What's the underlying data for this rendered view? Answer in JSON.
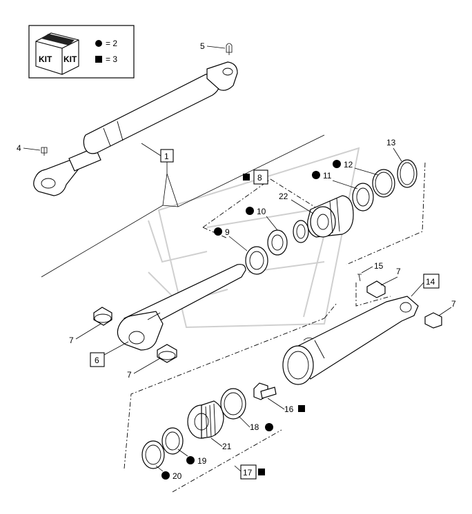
{
  "legend": {
    "kit_word_1": "KIT",
    "kit_word_2": "KIT",
    "circle_text": "= 2",
    "square_text": "= 3"
  },
  "callouts": {
    "c1": "1",
    "c4": "4",
    "c5": "5",
    "c6": "6",
    "c7a": "7",
    "c7b": "7",
    "c7c": "7",
    "c7d": "7",
    "c8": "8",
    "c9": "9",
    "c10": "10",
    "c11": "11",
    "c12": "12",
    "c13": "13",
    "c14": "14",
    "c15": "15",
    "c16": "16",
    "c17": "17",
    "c18": "18",
    "c19": "19",
    "c20": "20",
    "c21": "21",
    "c22": "22"
  },
  "colors": {
    "ink": "#000000",
    "watermark": "#cfcfcf",
    "paper": "#ffffff"
  }
}
